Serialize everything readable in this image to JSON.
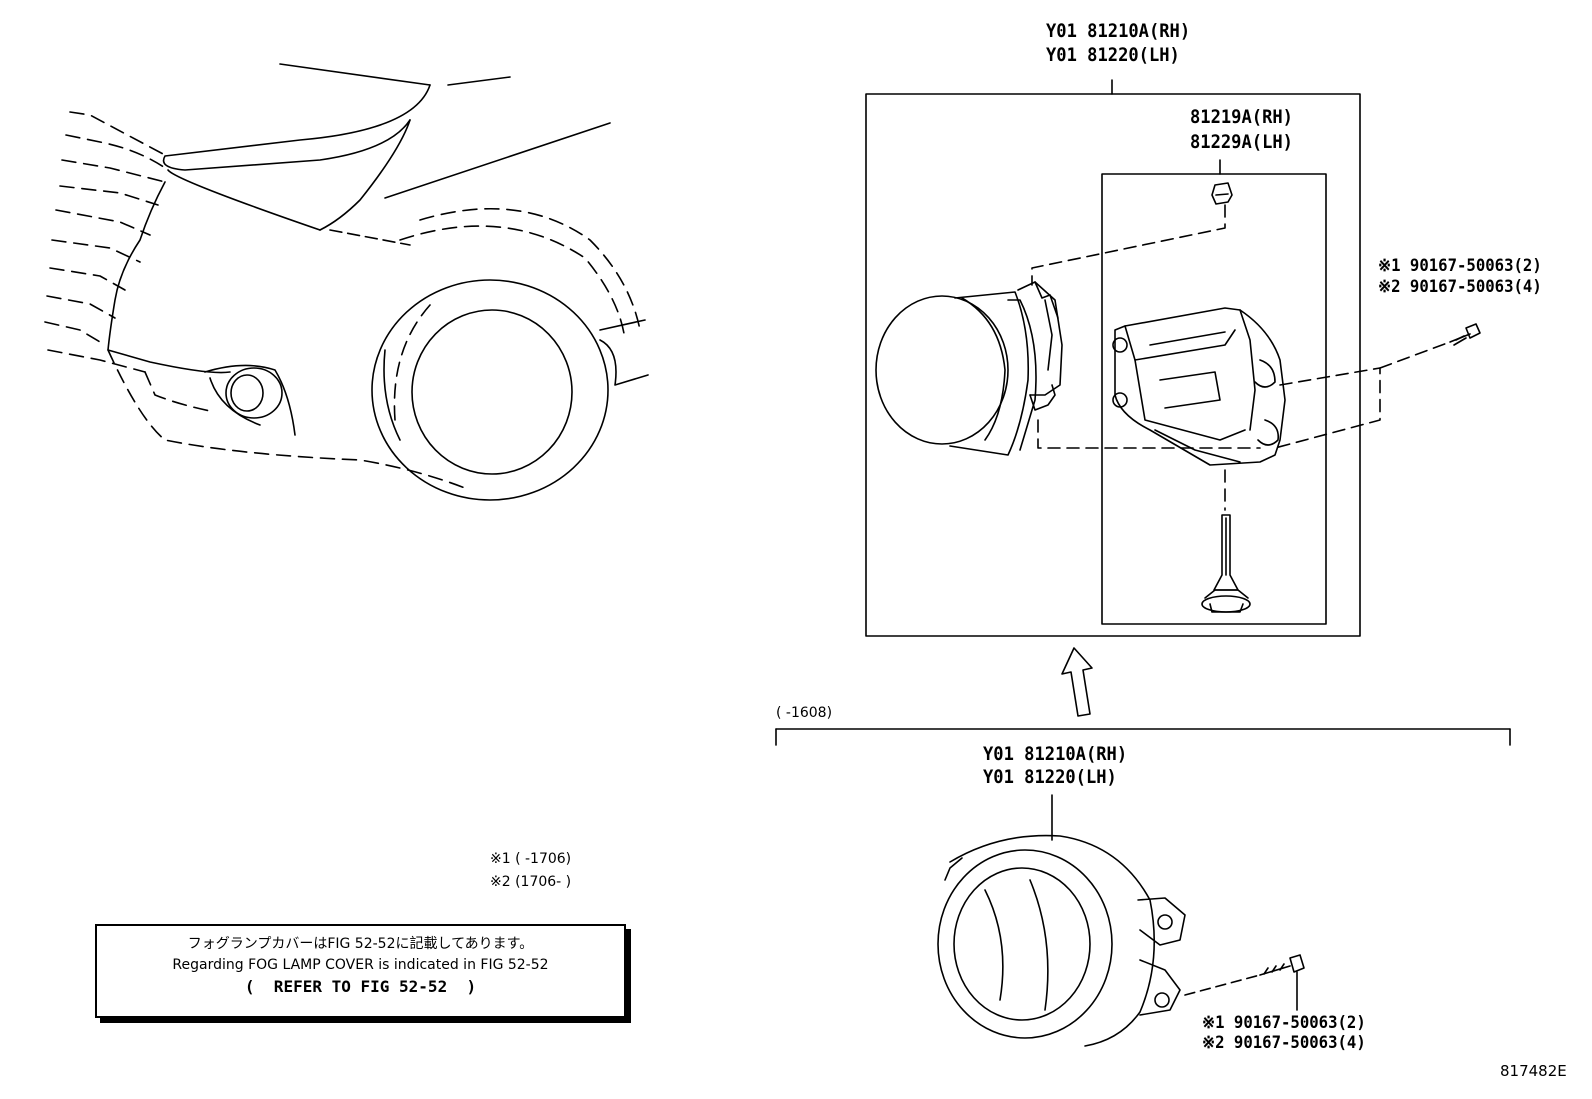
{
  "assembly_top": {
    "part_rh": "Y01 81210A(RH)",
    "part_lh": "Y01 81220(LH)"
  },
  "bracket": {
    "part_rh": "81219A(RH)",
    "part_lh": "81229A(LH)"
  },
  "screw_top": {
    "line1": "※1 90167-50063(2)",
    "line2": "※2 90167-50063(4)"
  },
  "date_range_lower": "(     -1608)",
  "assembly_lower": {
    "part_rh": "Y01 81210A(RH)",
    "part_lh": "Y01 81220(LH)"
  },
  "screw_lower": {
    "line1": "※1 90167-50063(2)",
    "line2": "※2 90167-50063(4)"
  },
  "footnotes": {
    "note1": "※1 (       -1706)",
    "note2": "※2 (1706-       )"
  },
  "note_box": {
    "line_jp": "フォグランプカバーはFIG 52-52に記載してあります。",
    "line_en": "Regarding FOG LAMP COVER is indicated in FIG 52-52",
    "line_ref": "(  REFER TO FIG 52-52  )"
  },
  "figure_id": "817482E"
}
